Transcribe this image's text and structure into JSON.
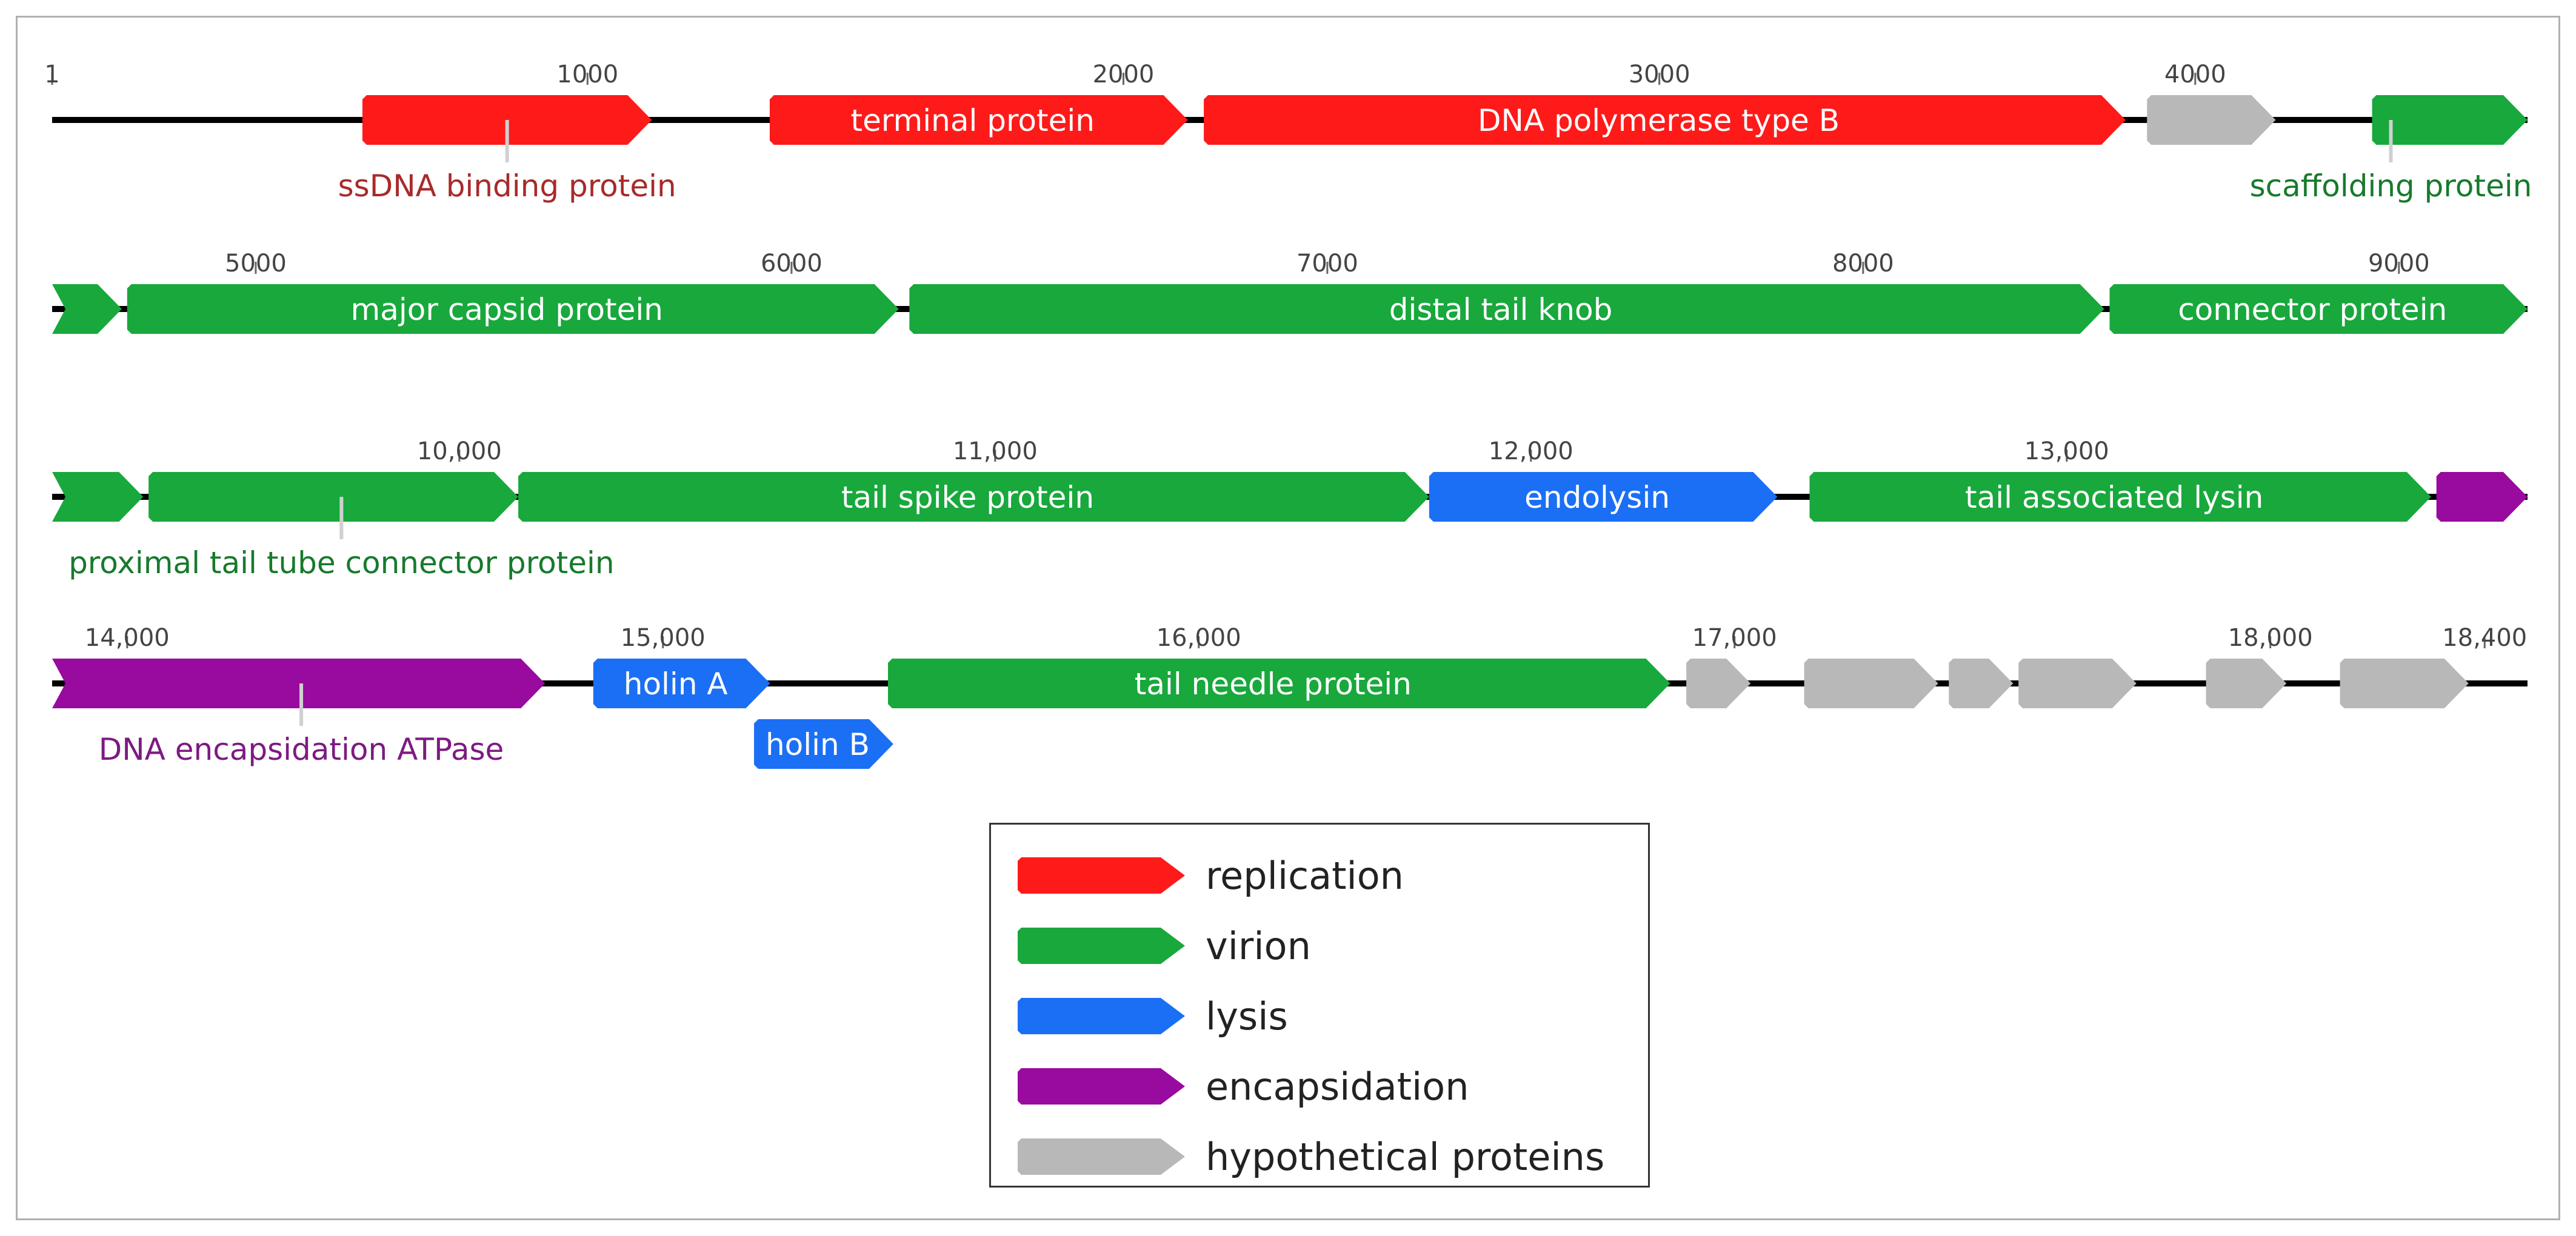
{
  "genome": {
    "length_bp": 18400,
    "colors": {
      "backbone": "#000000",
      "replication": "#ff1a1a",
      "virion": "#18a83c",
      "lysis": "#1b6ff5",
      "encapsidation": "#990a9e",
      "hypothetical": "#b8b8b8"
    },
    "label_colors": {
      "replication": "#a82a2a",
      "virion": "#177a2c",
      "encapsidation": "#7d1a82"
    },
    "rows": [
      {
        "start": 1,
        "end": 4620,
        "ticks": [
          {
            "bp": 1,
            "label": "1"
          },
          {
            "bp": 1000,
            "label": "1000"
          },
          {
            "bp": 2000,
            "label": "2000"
          },
          {
            "bp": 3000,
            "label": "3000"
          },
          {
            "bp": 4000,
            "label": "4000"
          }
        ],
        "genes": [
          {
            "start": 580,
            "end": 1120,
            "category": "replication",
            "label": "",
            "ext_label": "ssDNA binding protein",
            "ext_at": 850
          },
          {
            "start": 1340,
            "end": 2120,
            "category": "replication",
            "label": "terminal protein"
          },
          {
            "start": 2150,
            "end": 3870,
            "category": "replication",
            "label": "DNA polymerase type B"
          },
          {
            "start": 3910,
            "end": 4150,
            "category": "hypothetical",
            "label": ""
          },
          {
            "start": 4330,
            "end": 4620,
            "category": "virion",
            "label": "",
            "ext_label": "scaffolding protein",
            "ext_at": 4365
          }
        ]
      },
      {
        "start": 4620,
        "end": 9240,
        "ticks": [
          {
            "bp": 5000,
            "label": "5000"
          },
          {
            "bp": 6000,
            "label": "6000"
          },
          {
            "bp": 7000,
            "label": "7000"
          },
          {
            "bp": 8000,
            "label": "8000"
          },
          {
            "bp": 9000,
            "label": "9000"
          }
        ],
        "genes": [
          {
            "start": 4620,
            "end": 4750,
            "category": "virion",
            "label": ""
          },
          {
            "start": 4760,
            "end": 6200,
            "category": "virion",
            "label": "major capsid protein"
          },
          {
            "start": 6220,
            "end": 8450,
            "category": "virion",
            "label": "distal tail knob"
          },
          {
            "start": 8460,
            "end": 9240,
            "category": "virion",
            "label": "connector protein"
          }
        ]
      },
      {
        "start": 9240,
        "end": 13860,
        "ticks": [
          {
            "bp": 10000,
            "label": "10,000"
          },
          {
            "bp": 11000,
            "label": "11,000"
          },
          {
            "bp": 12000,
            "label": "12,000"
          },
          {
            "bp": 13000,
            "label": "13,000"
          }
        ],
        "genes": [
          {
            "start": 9240,
            "end": 9410,
            "category": "virion",
            "label": ""
          },
          {
            "start": 9420,
            "end": 10110,
            "category": "virion",
            "label": "",
            "ext_label": "proximal tail tube connector protein",
            "ext_at": 9780
          },
          {
            "start": 10110,
            "end": 11810,
            "category": "virion",
            "label": "tail spike protein"
          },
          {
            "start": 11810,
            "end": 12460,
            "category": "lysis",
            "label": "endolysin"
          },
          {
            "start": 12520,
            "end": 13680,
            "category": "virion",
            "label": "tail associated lysin"
          },
          {
            "start": 13690,
            "end": 13860,
            "category": "encapsidation",
            "label": ""
          }
        ]
      },
      {
        "start": 13860,
        "end": 18480,
        "ticks": [
          {
            "bp": 14000,
            "label": "14,000"
          },
          {
            "bp": 15000,
            "label": "15,000"
          },
          {
            "bp": 16000,
            "label": "16,000"
          },
          {
            "bp": 17000,
            "label": "17,000"
          },
          {
            "bp": 18000,
            "label": "18,000"
          },
          {
            "bp": 18400,
            "label": "18,400"
          }
        ],
        "genes": [
          {
            "start": 13860,
            "end": 14780,
            "category": "encapsidation",
            "label": "",
            "ext_label": "DNA encapsidation ATPase",
            "ext_at": 14325
          },
          {
            "start": 14870,
            "end": 15200,
            "category": "lysis",
            "label": "holin A"
          },
          {
            "start": 15170,
            "end": 15430,
            "category": "lysis",
            "label": "holin B",
            "lane": 2
          },
          {
            "start": 15420,
            "end": 16880,
            "category": "virion",
            "label": "tail needle protein"
          },
          {
            "start": 16910,
            "end": 17030,
            "category": "hypothetical",
            "label": ""
          },
          {
            "start": 17130,
            "end": 17380,
            "category": "hypothetical",
            "label": ""
          },
          {
            "start": 17400,
            "end": 17520,
            "category": "hypothetical",
            "label": ""
          },
          {
            "start": 17530,
            "end": 17750,
            "category": "hypothetical",
            "label": ""
          },
          {
            "start": 17880,
            "end": 18030,
            "category": "hypothetical",
            "label": ""
          },
          {
            "start": 18130,
            "end": 18370,
            "category": "hypothetical",
            "label": ""
          }
        ]
      }
    ]
  },
  "legend": {
    "items": [
      {
        "category": "replication",
        "label": "replication"
      },
      {
        "category": "virion",
        "label": "virion"
      },
      {
        "category": "lysis",
        "label": "lysis"
      },
      {
        "category": "encapsidation",
        "label": "encapsidation"
      },
      {
        "category": "hypothetical",
        "label": "hypothetical proteins"
      }
    ]
  }
}
